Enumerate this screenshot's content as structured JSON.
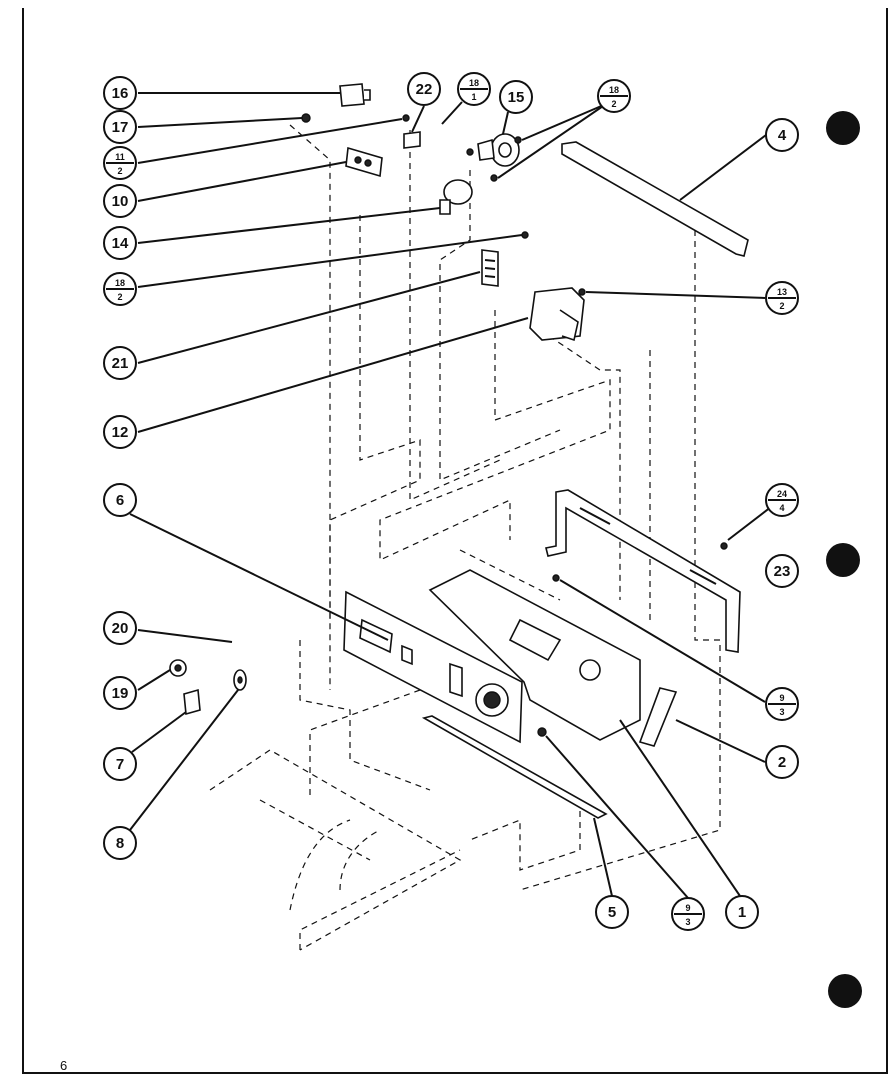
{
  "page_number": "6",
  "callouts": [
    {
      "id": "c16",
      "label": "16"
    },
    {
      "id": "c17",
      "label": "17"
    },
    {
      "id": "c11-2",
      "top": "11",
      "bottom": "2"
    },
    {
      "id": "c10",
      "label": "10"
    },
    {
      "id": "c14",
      "label": "14"
    },
    {
      "id": "c18-2-left",
      "top": "18",
      "bottom": "2"
    },
    {
      "id": "c21",
      "label": "21"
    },
    {
      "id": "c12",
      "label": "12"
    },
    {
      "id": "c22",
      "label": "22"
    },
    {
      "id": "c18-1",
      "top": "18",
      "bottom": "1"
    },
    {
      "id": "c15",
      "label": "15"
    },
    {
      "id": "c18-2-top",
      "top": "18",
      "bottom": "2"
    },
    {
      "id": "c4",
      "label": "4"
    },
    {
      "id": "c13-2",
      "top": "13",
      "bottom": "2"
    },
    {
      "id": "c24-4",
      "top": "24",
      "bottom": "4"
    },
    {
      "id": "c23",
      "label": "23"
    },
    {
      "id": "c9-3-right",
      "top": "9",
      "bottom": "3"
    },
    {
      "id": "c2",
      "label": "2"
    },
    {
      "id": "c1",
      "label": "1"
    },
    {
      "id": "c9-3-bottom",
      "top": "9",
      "bottom": "3"
    },
    {
      "id": "c5",
      "label": "5"
    },
    {
      "id": "c6",
      "label": "6"
    },
    {
      "id": "c20",
      "label": "20"
    },
    {
      "id": "c19",
      "label": "19"
    },
    {
      "id": "c7",
      "label": "7"
    },
    {
      "id": "c8",
      "label": "8"
    }
  ]
}
